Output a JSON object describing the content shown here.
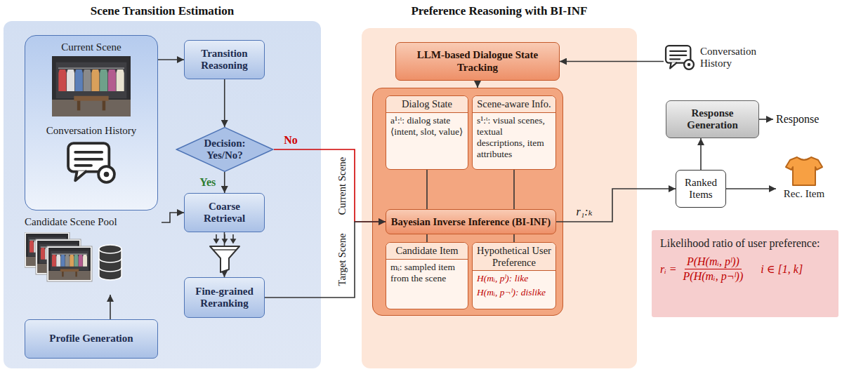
{
  "diagram": {
    "nodes": [
      {
        "text": [
          "Scene Transition Estimation"
        ]
      },
      {
        "text": [
          "Current Scene",
          "Conversation History"
        ],
        "in": 0
      },
      {
        "text": [
          "Transition Reasoning"
        ],
        "in": 0
      },
      {
        "text": [
          "Decision: Yes/No?"
        ],
        "in": 0
      },
      {
        "text": [
          "Candidate Scene Pool"
        ],
        "in": 0
      },
      {
        "text": [
          "Coarse Retrieval"
        ],
        "in": 0
      },
      {
        "text": [
          "Fine-grained Reranking"
        ],
        "in": 0
      },
      {
        "text": [
          "Profile Generation"
        ],
        "in": 0
      },
      {
        "text": [
          "Preference Reasoning with BI-INF"
        ]
      },
      {
        "text": [
          "LLM-based Dialogue State Tracking"
        ],
        "in": 8
      },
      {
        "text": [
          "Dialog State",
          "a¹:ᵗ: dialog state ⟨intent, slot, value⟩"
        ],
        "in": 8
      },
      {
        "text": [
          "Scene-aware Info.",
          "s¹:ᵗ: visual scenes, textual descriptions, item attributes"
        ],
        "in": 8
      },
      {
        "text": [
          "Bayesian Inverse Inference (BI-INF)"
        ],
        "in": 8
      },
      {
        "text": [
          "Candidate Item",
          "mᵢ: sampled item from the scene"
        ],
        "in": 8
      },
      {
        "text": [
          "Hypothetical User Preference",
          "H(mᵢ, pˡ): like",
          "H(mᵢ, p¬ˡ): dislike"
        ],
        "in": 8
      },
      {
        "text": [
          "Conversation History"
        ]
      },
      {
        "text": [
          "Response Generation"
        ]
      },
      {
        "text": [
          "Ranked Items"
        ]
      },
      {
        "text": [
          "Rec. Item"
        ]
      },
      {
        "text": [
          "Likelihood ratio of user preference:",
          "rᵢ =",
          "P(H(mᵢ, pˡ))",
          "P(H(mᵢ, p¬ˡ))",
          "i ∈ [1, k]"
        ]
      }
    ],
    "edges": [
      {
        "from": 1,
        "to": 2,
        "arrow": "to"
      },
      {
        "from": 2,
        "to": 3,
        "arrow": "to"
      },
      {
        "from": 3,
        "to": 5,
        "label": "Yes",
        "arrow": "to"
      },
      {
        "from": 3,
        "to": 12,
        "label": "No",
        "arrow": "to"
      },
      {
        "from": 4,
        "to": 5,
        "arrow": "to"
      },
      {
        "from": 7,
        "to": 4,
        "arrow": "to"
      },
      {
        "from": 5,
        "to": 6,
        "arrow": "to"
      },
      {
        "from": 6,
        "to": 12,
        "label": "Target Scene",
        "arrow": "to"
      },
      {
        "from": 15,
        "to": 9,
        "arrow": "to"
      },
      {
        "from": 10,
        "to": 12,
        "arrow": "none"
      },
      {
        "from": 11,
        "to": 12,
        "arrow": "none"
      },
      {
        "from": 13,
        "to": 12,
        "arrow": "none"
      },
      {
        "from": 14,
        "to": 12,
        "arrow": "none"
      },
      {
        "from": 12,
        "to": 17,
        "label": "r₁:ₖ",
        "arrow": "to"
      },
      {
        "from": 17,
        "to": 16,
        "arrow": "to"
      },
      {
        "from": 17,
        "to": 18,
        "arrow": "to"
      }
    ],
    "labels": [
      "Current Scene",
      "Response"
    ]
  }
}
